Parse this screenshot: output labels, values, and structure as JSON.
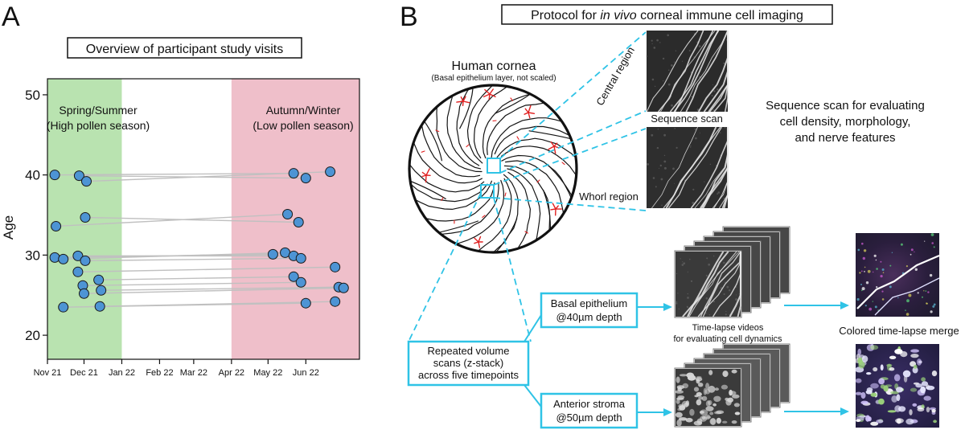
{
  "panel_a": {
    "letter": "A",
    "title": "Overview of participant study visits",
    "ylabel": "Age",
    "season1_line1": "Spring/Summer",
    "season1_line2": "(High pollen season)",
    "season2_line1": "Autumn/Winter",
    "season2_line2": "(Low pollen season)",
    "colors": {
      "spring": "#b9e3b0",
      "autumn": "#efbfca",
      "dot": "#4d94d4",
      "line": "#c0c0c0"
    }
  },
  "chart_data": {
    "type": "scatter",
    "title": "Overview of participant study visits",
    "xlabel": "",
    "ylabel": "Age",
    "xlim": [
      "2021-11-01",
      "2022-07-15"
    ],
    "ylim": [
      17,
      52
    ],
    "yticks": [
      20,
      30,
      40,
      50
    ],
    "xtick_labels": [
      "Nov 21",
      "Dec 21",
      "Jan 22",
      "Feb 22",
      "Mar 22",
      "Apr 22",
      "May 22",
      "Jun 22"
    ],
    "xtick_dates": [
      "2021-11-01",
      "2021-12-01",
      "2022-01-01",
      "2022-02-01",
      "2022-03-01",
      "2022-04-01",
      "2022-05-01",
      "2022-06-01"
    ],
    "shaded": [
      {
        "from": "2021-11-01",
        "to": "2022-01-01",
        "label": "Spring/Summer (High pollen season)"
      },
      {
        "from": "2022-04-01",
        "to": "2022-07-15",
        "label": "Autumn/Winter (Low pollen season)"
      }
    ],
    "pairs": [
      {
        "dates": [
          "2021-11-07",
          "2022-05-22"
        ],
        "ages": [
          40.0,
          40.2
        ]
      },
      {
        "dates": [
          "2021-11-27",
          "2022-06-01"
        ],
        "ages": [
          39.9,
          39.6
        ]
      },
      {
        "dates": [
          "2021-12-03",
          "2022-06-21"
        ],
        "ages": [
          39.2,
          40.4
        ]
      },
      {
        "dates": [
          "2021-11-08",
          "2022-05-17"
        ],
        "ages": [
          33.6,
          35.1
        ]
      },
      {
        "dates": [
          "2021-12-02",
          "2022-05-26"
        ],
        "ages": [
          34.7,
          34.1
        ]
      },
      {
        "dates": [
          "2021-11-07",
          "2022-05-05"
        ],
        "ages": [
          29.7,
          30.1
        ]
      },
      {
        "dates": [
          "2021-11-14",
          "2022-05-15"
        ],
        "ages": [
          29.5,
          30.3
        ]
      },
      {
        "dates": [
          "2021-11-26",
          "2022-05-22"
        ],
        "ages": [
          29.9,
          29.9
        ]
      },
      {
        "dates": [
          "2021-12-02",
          "2022-05-28"
        ],
        "ages": [
          29.3,
          29.6
        ]
      },
      {
        "dates": [
          "2021-11-26",
          "2022-06-25"
        ],
        "ages": [
          27.9,
          28.5
        ]
      },
      {
        "dates": [
          "2021-12-13",
          "2022-05-22"
        ],
        "ages": [
          26.9,
          27.3
        ]
      },
      {
        "dates": [
          "2021-11-30",
          "2022-05-28"
        ],
        "ages": [
          26.2,
          26.6
        ]
      },
      {
        "dates": [
          "2021-12-15",
          "2022-06-28"
        ],
        "ages": [
          25.6,
          26.0
        ]
      },
      {
        "dates": [
          "2021-12-01",
          "2022-07-02"
        ],
        "ages": [
          25.2,
          25.9
        ]
      },
      {
        "dates": [
          "2021-11-14",
          "2022-06-01"
        ],
        "ages": [
          23.5,
          24.0
        ]
      },
      {
        "dates": [
          "2021-12-14",
          "2022-06-25"
        ],
        "ages": [
          23.6,
          24.2
        ]
      }
    ]
  },
  "panel_b": {
    "letter": "B",
    "title_pre": "Protocol for ",
    "title_em": "in vivo",
    "title_post": " corneal immune cell imaging",
    "cornea_title": "Human cornea",
    "cornea_sub": "(Basal epithelium layer, not scaled)",
    "central_region": "Central region",
    "whorl_region": "Whorl region",
    "sequence_scan": "Sequence scan",
    "seq_desc_1": "Sequence scan for evaluating",
    "seq_desc_2": "cell density, morphology,",
    "seq_desc_3": "and nerve features",
    "repeated_1": "Repeated volume",
    "repeated_2": "scans (z-stack)",
    "repeated_3": "across five timepoints",
    "basal_1": "Basal epithelium",
    "basal_2": "@40µm depth",
    "stroma_1": "Anterior stroma",
    "stroma_2": "@50µm depth",
    "timelapse_1": "Time-lapse videos",
    "timelapse_2": "for evaluating cell dynamics",
    "merge_label": "Colored time-lapse merge",
    "colors": {
      "accent": "#2fc3e6",
      "nerve": "#141414",
      "immune": "#e02020"
    }
  }
}
